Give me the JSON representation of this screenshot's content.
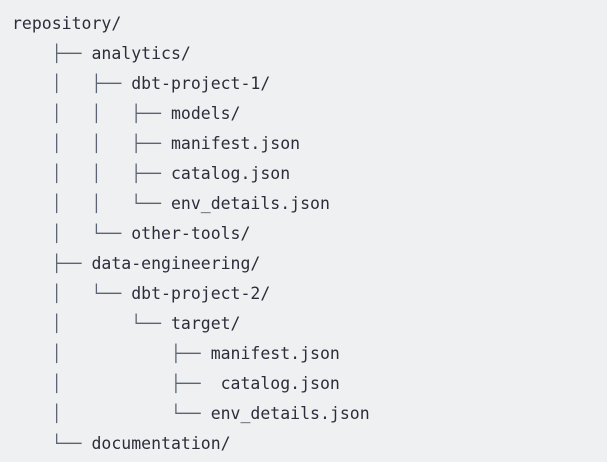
{
  "view": {
    "kind": "ascii-directory-tree",
    "background_color": "#eff0f2",
    "text_color": "#2b2d3a",
    "branch_color": "#5b6472",
    "line_count": 15
  },
  "tree": {
    "root_label": "repository/",
    "lines": [
      {
        "prefix": "",
        "label": "repository/"
      },
      {
        "prefix": "    ├── ",
        "label": "analytics/"
      },
      {
        "prefix": "    │   ├── ",
        "label": "dbt-project-1/"
      },
      {
        "prefix": "    │   │   ├── ",
        "label": "models/"
      },
      {
        "prefix": "    │   │   ├── ",
        "label": "manifest.json"
      },
      {
        "prefix": "    │   │   ├── ",
        "label": "catalog.json"
      },
      {
        "prefix": "    │   │   └── ",
        "label": "env_details.json"
      },
      {
        "prefix": "    │   └── ",
        "label": "other-tools/"
      },
      {
        "prefix": "    ├── ",
        "label": "data-engineering/"
      },
      {
        "prefix": "    │   └── ",
        "label": "dbt-project-2/"
      },
      {
        "prefix": "    │       └── ",
        "label": "target/"
      },
      {
        "prefix": "    │           ├── ",
        "label": "manifest.json"
      },
      {
        "prefix": "    │           ├── ",
        "label": " catalog.json"
      },
      {
        "prefix": "    │           └── ",
        "label": "env_details.json"
      },
      {
        "prefix": "    └── ",
        "label": "documentation/"
      }
    ]
  }
}
